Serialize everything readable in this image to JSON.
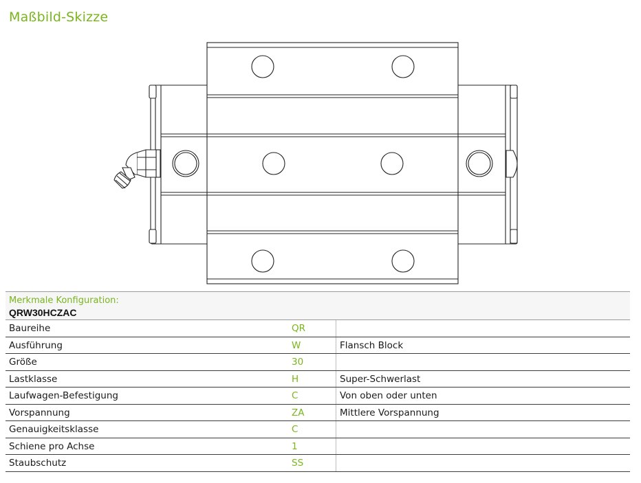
{
  "page": {
    "title": "Maßbild-Skizze"
  },
  "config": {
    "heading": "Merkmale Konfiguration:",
    "code": "QRW30HCZAC",
    "rows": [
      {
        "label": "Baureihe",
        "code": "QR",
        "desc": ""
      },
      {
        "label": "Ausführung",
        "code": "W",
        "desc": "Flansch Block"
      },
      {
        "label": "Größe",
        "code": "30",
        "desc": ""
      },
      {
        "label": "Lastklasse",
        "code": "H",
        "desc": "Super-Schwerlast"
      },
      {
        "label": "Laufwagen-Befestigung",
        "code": "C",
        "desc": "Von oben oder unten"
      },
      {
        "label": "Vorspannung",
        "code": "ZA",
        "desc": "Mittlere Vorspannung"
      },
      {
        "label": "Genauigkeitsklasse",
        "code": "C",
        "desc": ""
      },
      {
        "label": "Schiene pro Achse",
        "code": "1",
        "desc": ""
      },
      {
        "label": "Staubschutz",
        "code": "SS",
        "desc": ""
      }
    ]
  },
  "colors": {
    "accent": "#7ab51d",
    "line": "#222222"
  }
}
